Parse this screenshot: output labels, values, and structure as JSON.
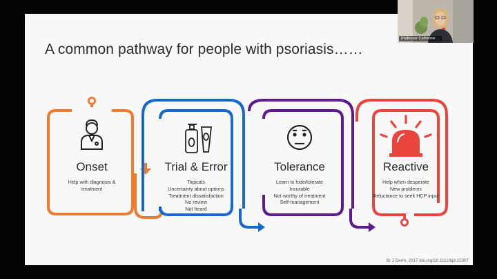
{
  "slide": {
    "title": "A common pathway for people with psoriasis……",
    "citation": "Br J Derm. 2017 doi.org/10.1111/bjd.15307"
  },
  "stages": [
    {
      "title": "Onset",
      "lines": [
        "Help with diagnosis &",
        "treatment"
      ],
      "color": "#ee7b30",
      "icon": "doctor-icon"
    },
    {
      "title": "Trial & Error",
      "lines": [
        "Topicals",
        "Uncertainty about options",
        "Treatment dissatisfaction",
        "No review",
        "Not heard"
      ],
      "color": "#1768d1",
      "icon": "cream-tubes-icon"
    },
    {
      "title": "Tolerance",
      "lines": [
        "Learn to hide/tolerate",
        "Incurable",
        "Not worthy of treatment",
        "Self-management"
      ],
      "color": "#5b1a8e",
      "icon": "neutral-face-icon"
    },
    {
      "title": "Reactive",
      "lines": [
        "Help when desperate",
        "New problems",
        "Reluctance to seek HCP input"
      ],
      "color": "#e8453c",
      "icon": "alarm-light-icon"
    }
  ],
  "webcam": {
    "name_label": "Professor Catherine ..."
  }
}
